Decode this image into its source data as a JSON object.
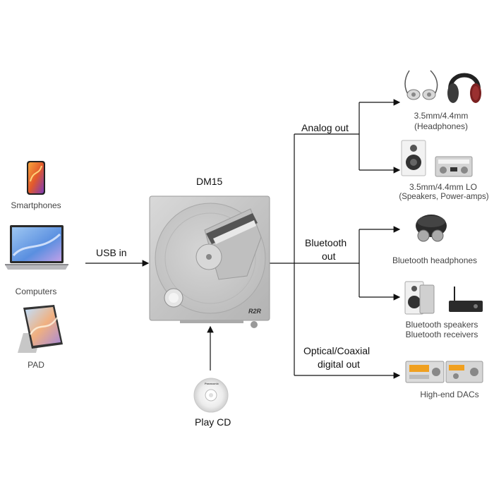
{
  "title": "DM15",
  "inputs": {
    "smartphones": "Smartphones",
    "computers": "Computers",
    "pad": "PAD",
    "usb_in": "USB in"
  },
  "cd": {
    "label": "Play CD",
    "disc_brand": "Panasonic"
  },
  "device": {
    "logo": "R2R"
  },
  "outputs": {
    "analog_out": "Analog out",
    "bluetooth_out_1": "Bluetooth",
    "bluetooth_out_2": "out",
    "optical_1": "Optical/Coaxial",
    "optical_2": "digital out",
    "headphones_1": "3.5mm/4.4mm",
    "headphones_2": "(Headphones)",
    "lo_1": "3.5mm/4.4mm LO",
    "lo_2": "(Speakers, Power-amps)",
    "bt_headphones": "Bluetooth headphones",
    "bt_speakers": "Bluetooth speakers",
    "bt_receivers": "Bluetooth receivers",
    "dacs": "High-end DACs"
  },
  "colors": {
    "line": "#111111",
    "device_silver": "#c9c9c9",
    "lcd_orange": "#f0a020"
  }
}
